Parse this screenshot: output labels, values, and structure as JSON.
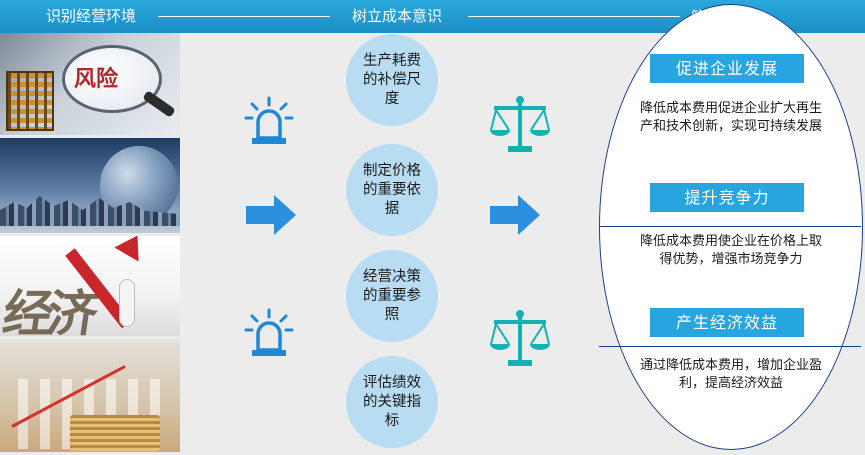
{
  "header": {
    "left_title": "识别经营环境",
    "center_title": "树立成本意识",
    "right_title": "管理目标"
  },
  "photos": {
    "risk_text": "风险",
    "economy_text": "经济"
  },
  "circles": [
    {
      "text": "生产耗费的补偿尺度"
    },
    {
      "text": "制定价格的重要依据"
    },
    {
      "text": "经营决策的重要参照"
    },
    {
      "text": "评估绩效的关键指标"
    }
  ],
  "goals": [
    {
      "title": "促进企业发展",
      "desc": "降低成本费用促进企业扩大再生产和技术创新，实现可持续发展"
    },
    {
      "title": "提升竞争力",
      "desc": "降低成本费用使企业在价格上取得优势，增强市场竞争力"
    },
    {
      "title": "产生经济效益",
      "desc": "通过降低成本费用，增加企业盈利，提高经济效益"
    }
  ],
  "icons": {
    "alarm": "alarm-light-icon",
    "arrow": "right-arrow-icon",
    "scale": "balance-scale-icon"
  },
  "colors": {
    "header": "#1b8fc6",
    "panel": "#ececec",
    "circle": "#b8dcf1",
    "goal_button": "#27a5df",
    "icon_blue": "#1e88d6",
    "scale_teal": "#12b2b3",
    "oval_border": "#1d3f8a"
  }
}
